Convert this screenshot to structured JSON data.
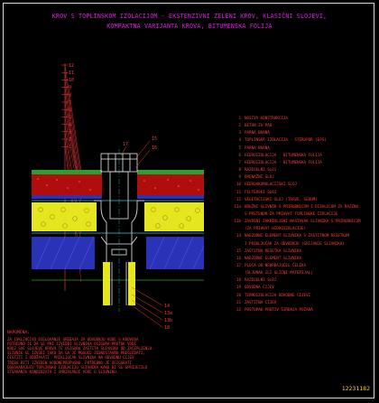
{
  "title_line1": "KROV S TOPLINSKOM IZOLACIJOM - EKSTENZIVNI ZELENI KROV, KLASIČNI SLOJEVI,",
  "title_line2": "KOMPAKTNA VARIJANTA KROVA, BITUMENSKA FOLIJA",
  "left_labels": [
    "12",
    "11",
    "10",
    "9",
    "8",
    "7",
    "6",
    "5",
    "4",
    "3",
    "2",
    "1"
  ],
  "center_labels": [
    "17",
    "15",
    "16"
  ],
  "bottom_labels": [
    "14",
    "13a",
    "13b",
    "18"
  ],
  "legend": [
    {
      "num": "1",
      "text": "NOSIVA KONSTRUKCIJA"
    },
    {
      "num": "2",
      "text": "BETON ZA PAD"
    },
    {
      "num": "3",
      "text": "PARNA BRANA"
    },
    {
      "num": "4",
      "text": "TOPLINSKA IZOLACIJA - STIROPOR (EPS)"
    },
    {
      "num": "5",
      "text": "PARNA BRANA"
    },
    {
      "num": "6",
      "text": "HIDROIZOLACIJA - BITUMENSKA FOLIJA"
    },
    {
      "num": "7",
      "text": "HIDROIZOLACIJA - BITUMENSKA FOLIJA"
    },
    {
      "num": "8",
      "text": "RAZDJELNI SLOJ"
    },
    {
      "num": "9",
      "text": "DRENAŽNI SLOJ"
    },
    {
      "num": "10",
      "text": "HIDROAKUMULACIJSKI SLOJ"
    },
    {
      "num": "11",
      "text": "FILTERSKI SLOJ"
    },
    {
      "num": "12",
      "text": "VEGETACIJSKI SLOJ (TRAVE, SEDUM)"
    },
    {
      "num": "13a",
      "text": "KRUŽNI SLIVNIK S PRIRUBNICOM I DIZALICOM ZA RAZINU"
    },
    {
      "num": "",
      "text": "S PRSTENOM ZA PRIHVAT TOPLINSKE IZOLACIJE"
    },
    {
      "num": "13b",
      "text": "ZAVRŠNI ZAKRIVLJENI NASTAVAK SLIVNIKA S PRIRUBNICOM"
    },
    {
      "num": "",
      "text": "(ZA PRIHVAT HIDROIZOLACIJE)"
    },
    {
      "num": "14",
      "text": "NADZORNI ELEMENT SLIVNIKA S ZAŠTITNOM REŠETKOM"
    },
    {
      "num": "",
      "text": "I PRIKLJUČAK ZA ODVODNJU (GRIJANJE SLIVNIKA)"
    },
    {
      "num": "15",
      "text": "ZAŠTITNA REŠETKA SLIVNIKA"
    },
    {
      "num": "16",
      "text": "NADZORNI ELEMENT SLIVNIKA"
    },
    {
      "num": "17",
      "text": "PLOČA OD NEHRĐAJUĆEG ČELIKA"
    },
    {
      "num": "",
      "text": "(ŠLJUNAK ILI SLIČNI MATERIJAL)"
    },
    {
      "num": "18",
      "text": "RAZDJELNI SLOJ"
    },
    {
      "num": "19",
      "text": "ODVODNA CIJEV"
    },
    {
      "num": "20",
      "text": "TERMOIZOLACIJA ODVODNE CIJEVI"
    },
    {
      "num": "21",
      "text": "ZAŠTITNA CIJEV"
    },
    {
      "num": "22",
      "text": "POSTUPAK PROTIV ŠIRENJA POŽARA"
    }
  ],
  "notes_title": "NAPOMENA:",
  "notes_lines": [
    "ZA ISKLJUČIVO DJELOVANJE UREĐAJA ZA ODVODNJU VODE S KROVOVA",
    "POTREBNO JE DA SE PRI IZVEDBI SLIVNIKA OSIGURA PROTOK VODE",
    "KROZ SVE SLOJEVE KROVA TE OSIGURA ZAŠTITA SLIVNIKA OD ZAČEPLJENJA.",
    "SLIVNIK SE IZVODI TAKO DA GA JE MOGUĆE JEDNOSTAVNO PREGLEDATI,",
    "ČISTITI I ODRŽAVATI. PRIKLJUČAK SLIVNIKA NA ODVODNU CIJEV",
    "TREBA BITI IZVEDEN VODONEPROPUSNO. POTREBNO JE OSIGURATI",
    "ODGOVARAJUĆU TOPLINSKU IZOLACIJU SLIVNIKA KAKO BI SE SPRIJEČILO",
    "STVARANJE KONDENZATA I SMRZAVANJE VODE U SLIVNIKU."
  ],
  "doc_number": "12231182",
  "colors": {
    "background": "#000000",
    "title": "#e020e0",
    "labels": "#ff3b3b",
    "vegetation": "#2d9f2d",
    "substrate": "#c81010",
    "insulation": "#e5e520",
    "concrete": "#2a32b8",
    "membrane": "#20d0d0",
    "drain": "#e8e8e8",
    "doc_number": "#ffd400"
  }
}
